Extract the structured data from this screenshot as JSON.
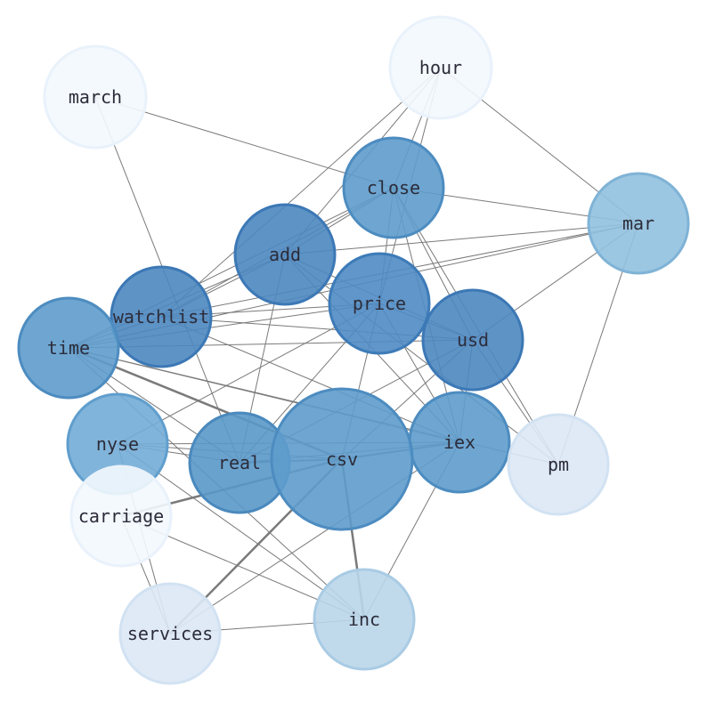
{
  "graph": {
    "nodes": [
      {
        "id": "hour",
        "label": "hour",
        "color": "#f3f8fd",
        "stroke": "#e9f2fb"
      },
      {
        "id": "march",
        "label": "march",
        "color": "#f3f8fd",
        "stroke": "#e9f2fb"
      },
      {
        "id": "close",
        "label": "close",
        "color": "#5e9ccc",
        "stroke": "#4d8cc0"
      },
      {
        "id": "mar",
        "label": "mar",
        "color": "#91c1df",
        "stroke": "#7fb3d6"
      },
      {
        "id": "add",
        "label": "add",
        "color": "#4c87c0",
        "stroke": "#3c78b5"
      },
      {
        "id": "price",
        "label": "price",
        "color": "#4f8bc3",
        "stroke": "#3d7bb8"
      },
      {
        "id": "watchlist",
        "label": "watchlist",
        "color": "#4c87c0",
        "stroke": "#3c78b5"
      },
      {
        "id": "usd",
        "label": "usd",
        "color": "#4c87c0",
        "stroke": "#3c78b5"
      },
      {
        "id": "time",
        "label": "time",
        "color": "#5e9ccc",
        "stroke": "#4d8cc0"
      },
      {
        "id": "nyse",
        "label": "nyse",
        "color": "#73acd6",
        "stroke": "#609ecd"
      },
      {
        "id": "iex",
        "label": "iex",
        "color": "#5e9ccc",
        "stroke": "#4d8cc0"
      },
      {
        "id": "real",
        "label": "real",
        "color": "#5a98c9",
        "stroke": "#4a89bd"
      },
      {
        "id": "csv",
        "label": "csv",
        "color": "#5e9ccc",
        "stroke": "#4d8cc0"
      },
      {
        "id": "pm",
        "label": "pm",
        "color": "#dbe8f5",
        "stroke": "#d2e2f2"
      },
      {
        "id": "carriage",
        "label": "carriage",
        "color": "#f3f8fd",
        "stroke": "#e9f2fb"
      },
      {
        "id": "services",
        "label": "services",
        "color": "#dbe8f5",
        "stroke": "#d2e2f2"
      },
      {
        "id": "inc",
        "label": "inc",
        "color": "#b9d6ea",
        "stroke": "#a9cbe4"
      }
    ],
    "edges": [
      {
        "source": "hour",
        "target": "close",
        "width": 1
      },
      {
        "source": "hour",
        "target": "add",
        "width": 1
      },
      {
        "source": "hour",
        "target": "watchlist",
        "width": 1
      },
      {
        "source": "hour",
        "target": "mar",
        "width": 1
      },
      {
        "source": "hour",
        "target": "price",
        "width": 1
      },
      {
        "source": "march",
        "target": "close",
        "width": 1
      },
      {
        "source": "march",
        "target": "real",
        "width": 1
      },
      {
        "source": "close",
        "target": "mar",
        "width": 1
      },
      {
        "source": "close",
        "target": "add",
        "width": 1
      },
      {
        "source": "close",
        "target": "watchlist",
        "width": 1
      },
      {
        "source": "close",
        "target": "time",
        "width": 1
      },
      {
        "source": "close",
        "target": "usd",
        "width": 1
      },
      {
        "source": "close",
        "target": "pm",
        "width": 1
      },
      {
        "source": "close",
        "target": "price",
        "width": 1
      },
      {
        "source": "close",
        "target": "iex",
        "width": 1
      },
      {
        "source": "mar",
        "target": "add",
        "width": 1
      },
      {
        "source": "mar",
        "target": "watchlist",
        "width": 1
      },
      {
        "source": "mar",
        "target": "time",
        "width": 1
      },
      {
        "source": "mar",
        "target": "usd",
        "width": 1
      },
      {
        "source": "mar",
        "target": "pm",
        "width": 1
      },
      {
        "source": "add",
        "target": "watchlist",
        "width": 1
      },
      {
        "source": "add",
        "target": "time",
        "width": 1
      },
      {
        "source": "add",
        "target": "usd",
        "width": 1
      },
      {
        "source": "add",
        "target": "iex",
        "width": 1
      },
      {
        "source": "add",
        "target": "pm",
        "width": 1
      },
      {
        "source": "add",
        "target": "real",
        "width": 1
      },
      {
        "source": "price",
        "target": "watchlist",
        "width": 1
      },
      {
        "source": "price",
        "target": "time",
        "width": 1
      },
      {
        "source": "price",
        "target": "real",
        "width": 1
      },
      {
        "source": "price",
        "target": "csv",
        "width": 1
      },
      {
        "source": "price",
        "target": "nyse",
        "width": 1
      },
      {
        "source": "price",
        "target": "usd",
        "width": 1
      },
      {
        "source": "price",
        "target": "iex",
        "width": 1
      },
      {
        "source": "watchlist",
        "target": "time",
        "width": 1
      },
      {
        "source": "watchlist",
        "target": "usd",
        "width": 1
      },
      {
        "source": "watchlist",
        "target": "iex",
        "width": 1
      },
      {
        "source": "usd",
        "target": "time",
        "width": 1
      },
      {
        "source": "usd",
        "target": "csv",
        "width": 1
      },
      {
        "source": "usd",
        "target": "real",
        "width": 1
      },
      {
        "source": "usd",
        "target": "iex",
        "width": 1
      },
      {
        "source": "usd",
        "target": "pm",
        "width": 1
      },
      {
        "source": "time",
        "target": "csv",
        "width": 2.5
      },
      {
        "source": "time",
        "target": "iex",
        "width": 1
      },
      {
        "source": "time",
        "target": "real",
        "width": 1
      },
      {
        "source": "time",
        "target": "inc",
        "width": 1
      },
      {
        "source": "time",
        "target": "pm",
        "width": 1
      },
      {
        "source": "nyse",
        "target": "csv",
        "width": 1
      },
      {
        "source": "nyse",
        "target": "iex",
        "width": 1
      },
      {
        "source": "nyse",
        "target": "real",
        "width": 1
      },
      {
        "source": "nyse",
        "target": "inc",
        "width": 1
      },
      {
        "source": "nyse",
        "target": "services",
        "width": 1
      },
      {
        "source": "iex",
        "target": "csv",
        "width": 2
      },
      {
        "source": "iex",
        "target": "real",
        "width": 1
      },
      {
        "source": "iex",
        "target": "inc",
        "width": 1
      },
      {
        "source": "iex",
        "target": "services",
        "width": 1
      },
      {
        "source": "real",
        "target": "csv",
        "width": 2
      },
      {
        "source": "csv",
        "target": "carriage",
        "width": 2.5
      },
      {
        "source": "csv",
        "target": "services",
        "width": 2.5
      },
      {
        "source": "csv",
        "target": "inc",
        "width": 2.5
      },
      {
        "source": "carriage",
        "target": "services",
        "width": 1
      },
      {
        "source": "carriage",
        "target": "inc",
        "width": 1
      },
      {
        "source": "services",
        "target": "inc",
        "width": 1
      }
    ]
  }
}
